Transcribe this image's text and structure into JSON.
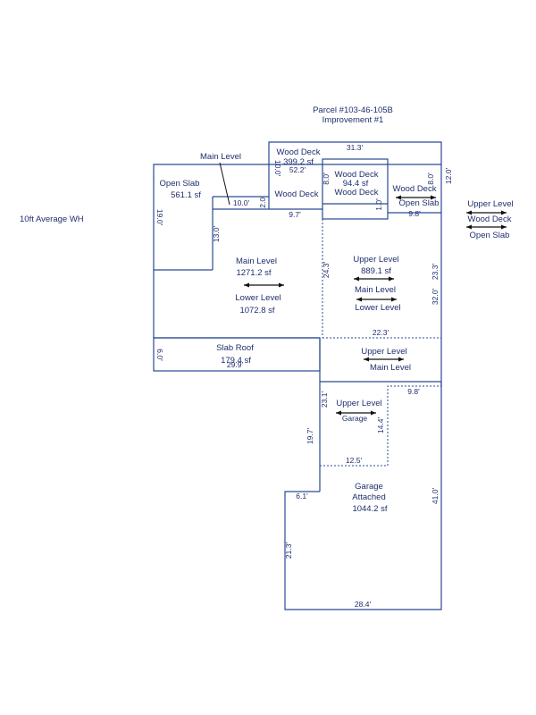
{
  "header": {
    "parcel": "Parcel #103-46-105B",
    "improvement": "Improvement #1"
  },
  "side_note": "10ft Average WH",
  "labels": {
    "main_level_top": "Main Level",
    "open_slab": "Open Slab",
    "open_slab_area": "561.1 sf",
    "wood_deck_top": "Wood Deck",
    "wood_deck_top_area": "399.2 sf",
    "wood_deck_mid": "Wood Deck",
    "wood_deck_center": "Wood Deck",
    "wood_deck_center_area": "94.4 sf",
    "wood_deck_center_sub": "Wood Deck",
    "wood_deck_right": "Wood Deck",
    "open_slab_right": "Open Slab",
    "legend_upper": "Upper Level",
    "legend_deck": "Wood Deck",
    "legend_slab": "Open Slab",
    "main_level": "Main Level",
    "main_level_area": "1271.2 sf",
    "lower_level": "Lower Level",
    "lower_level_area": "1072.8 sf",
    "upper_level": "Upper Level",
    "upper_level_area": "889.1 sf",
    "main_level_sub": "Main Level",
    "lower_level_sub": "Lower Level",
    "slab_roof": "Slab Roof",
    "slab_roof_area": "179.4 sf",
    "upper_level_2": "Upper Level",
    "main_level_2": "Main Level",
    "upper_level_3": "Upper Level",
    "garage_small": "Garage",
    "garage": "Garage",
    "attached": "Attached",
    "garage_area": "1044.2 sf"
  },
  "dims": {
    "d31_3": "31.3'",
    "d52_2": "52.2'",
    "d10_0_v": "10.0'",
    "d8_0_a": "8.0'",
    "d8_0_b": "8.0'",
    "d12_0": "12.0'",
    "d19_0": "19.0'",
    "d10_0": "10.0'",
    "d2_0": "2.0'",
    "d9_7": "9.7'",
    "d1_0": "1.0'",
    "d9_8_a": "9.8'",
    "d13_0": "13.0'",
    "d24_3": "24.3'",
    "d23_3": "23.3'",
    "d32_0": "32.0'",
    "d22_3": "22.3'",
    "d6_0": "6.0'",
    "d29_9": "29.9'",
    "d9_8_b": "9.8'",
    "d23_1": "23.1'",
    "d14_4": "14.4'",
    "d19_7": "19.7'",
    "d12_5": "12.5'",
    "d6_1": "6.1'",
    "d41_0": "41.0'",
    "d21_3": "21.3'",
    "d28_4": "28.4'"
  },
  "colors": {
    "line": "#2a4a94",
    "text": "#1f2f6e",
    "arrow": "#111111"
  }
}
